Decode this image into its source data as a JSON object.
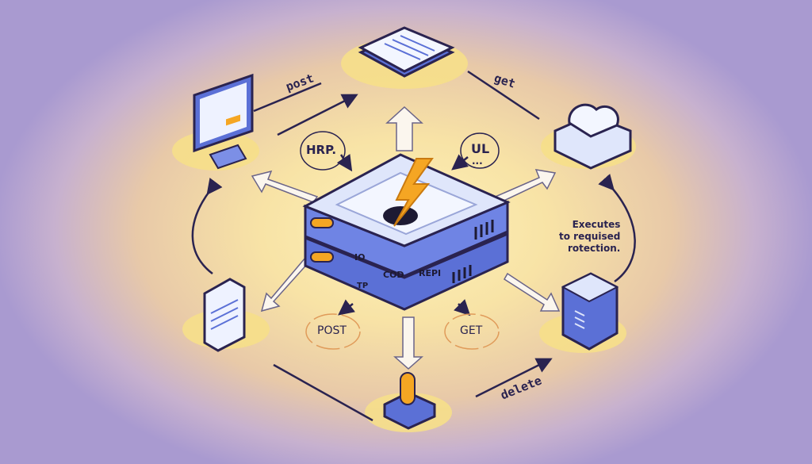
{
  "labels": {
    "post_top": "post",
    "get_top": "get",
    "hrp": "HRP.",
    "ul": "UL",
    "ul_dots": "...",
    "server_io": "IO",
    "server_cod": "COD",
    "server_repi": "REPI",
    "server_tp": "TP",
    "post_bottom": "POST",
    "get_bottom": "GET",
    "delete": "delete",
    "note_line1": "Executes",
    "note_line2": "to requised",
    "note_line3": "rotection."
  },
  "colors": {
    "accent_blue": "#5b70d6",
    "accent_orange": "#f5a623",
    "ink": "#2a2350"
  }
}
